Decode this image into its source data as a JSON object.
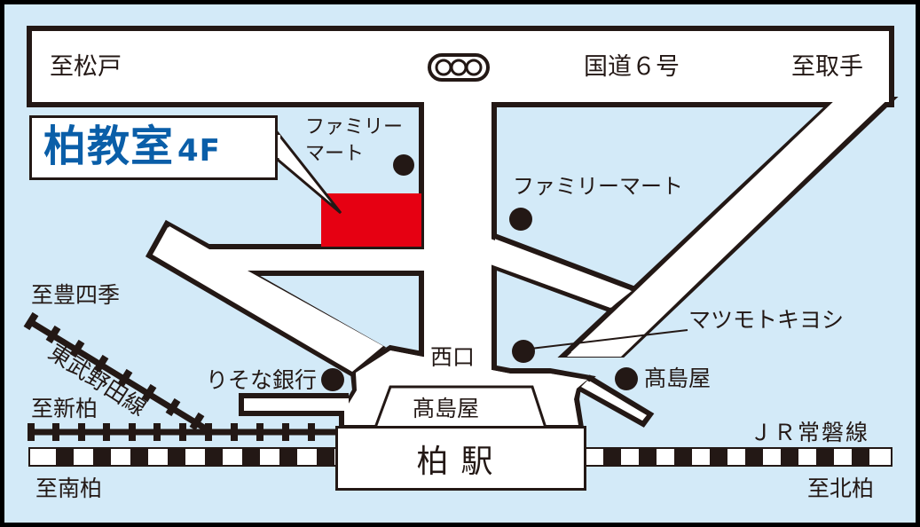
{
  "map": {
    "title": "柏教室",
    "title_floor": "4F",
    "colors": {
      "background": "#d3eaf8",
      "road": "#ffffff",
      "outline": "#231815",
      "target_building": "#e60012",
      "title_text": "#0a5ea8"
    },
    "road_labels": {
      "route6": "国道６号",
      "to_matsudo": "至松戸",
      "to_toride": "至取手",
      "to_toyoshiki": "至豊四季",
      "to_shinkashiwa": "至新柏",
      "to_minamikashiwa": "至南柏",
      "to_kitakashiwa": "至北柏"
    },
    "rail_lines": {
      "tobu": "東武野田線",
      "jr": "ＪＲ常磐線"
    },
    "landmarks": {
      "familymart_1_line1": "ファミリー",
      "familymart_1_line2": "マート",
      "familymart_2": "ファミリーマート",
      "matsumoto": "マツモトキヨシ",
      "takashimaya_east": "髙島屋",
      "takashimaya_station": "髙島屋",
      "resona": "りそな銀行",
      "west_exit": "西口"
    },
    "station": "柏駅",
    "traffic_signal_icon": "traffic-signal-icon"
  }
}
